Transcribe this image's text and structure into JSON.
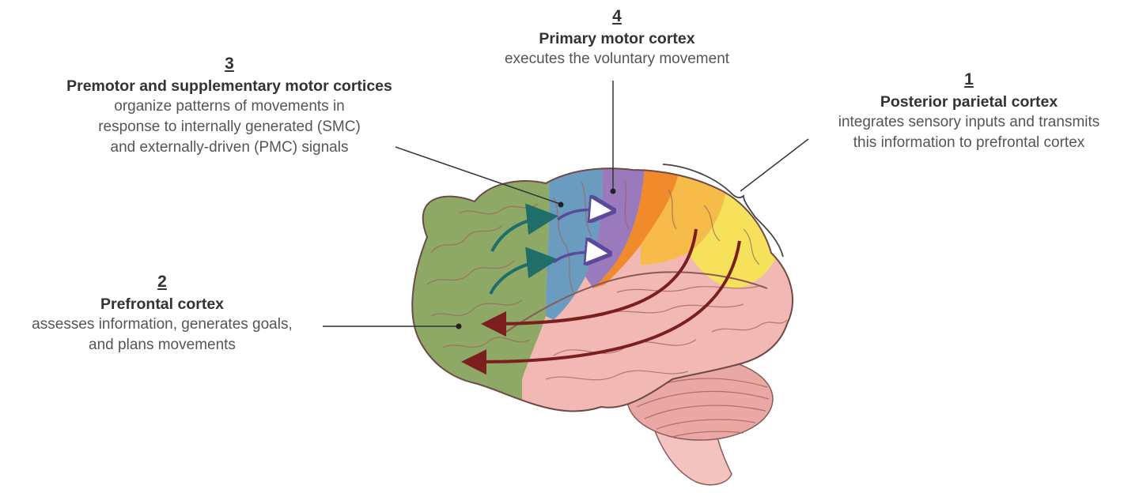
{
  "labels": {
    "posterior_parietal": {
      "number": "1",
      "title": "Posterior parietal cortex",
      "description": "integrates sensory inputs and transmits\nthis information to prefrontal cortex"
    },
    "prefrontal": {
      "number": "2",
      "title": "Prefrontal cortex",
      "description": "assesses information, generates goals,\nand plans movements"
    },
    "premotor_supplementary": {
      "number": "3",
      "title": "Premotor and supplementary motor cortices",
      "description": "organize patterns of movements in\nresponse to internally generated (SMC)\nand externally-driven (PMC) signals"
    },
    "primary_motor": {
      "number": "4",
      "title": "Primary motor cortex",
      "description": "executes the voluntary movement"
    }
  },
  "colors": {
    "prefrontal": "#8ea866",
    "premotor": "#6a9cbf",
    "primary_motor": "#9b79bd",
    "somatosensory": "#f08a2a",
    "parietal_light": "#f7bb4a",
    "parietal_yellow": "#f5e25a",
    "brain_pink": "#f2b8b4",
    "cerebellum": "#e9a8a4",
    "arrow_teal": "#1f6e6a",
    "arrow_purple": "#5b4a9c",
    "arrow_maroon": "#7a1e1e"
  }
}
